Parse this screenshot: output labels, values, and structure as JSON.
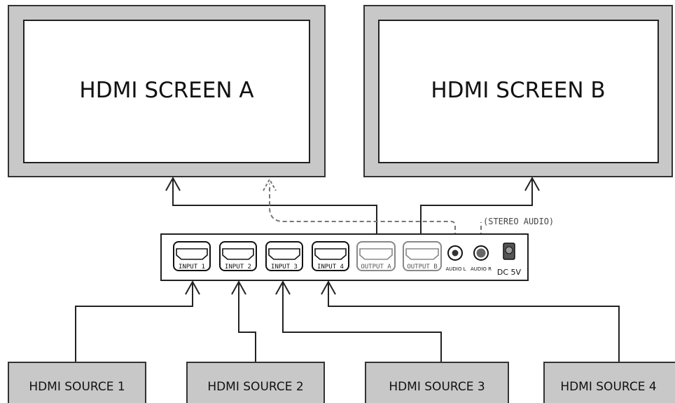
{
  "screens": [
    {
      "label": "HDMI SCREEN A"
    },
    {
      "label": "HDMI SCREEN B"
    }
  ],
  "sources": [
    {
      "label": "HDMI SOURCE 1"
    },
    {
      "label": "HDMI SOURCE 2"
    },
    {
      "label": "HDMI SOURCE 3"
    },
    {
      "label": "HDMI SOURCE 4"
    }
  ],
  "switch": {
    "ports": [
      {
        "label": "INPUT 1"
      },
      {
        "label": "INPUT 2"
      },
      {
        "label": "INPUT 3"
      },
      {
        "label": "INPUT 4"
      },
      {
        "label": "OUTPUT A"
      },
      {
        "label": "OUTPUT B"
      }
    ],
    "audio_jacks": [
      {
        "label": "AUDIO L"
      },
      {
        "label": "AUDIO R"
      }
    ],
    "power_label": "DC 5V"
  },
  "audio_annotation": "(STEREO AUDIO)"
}
